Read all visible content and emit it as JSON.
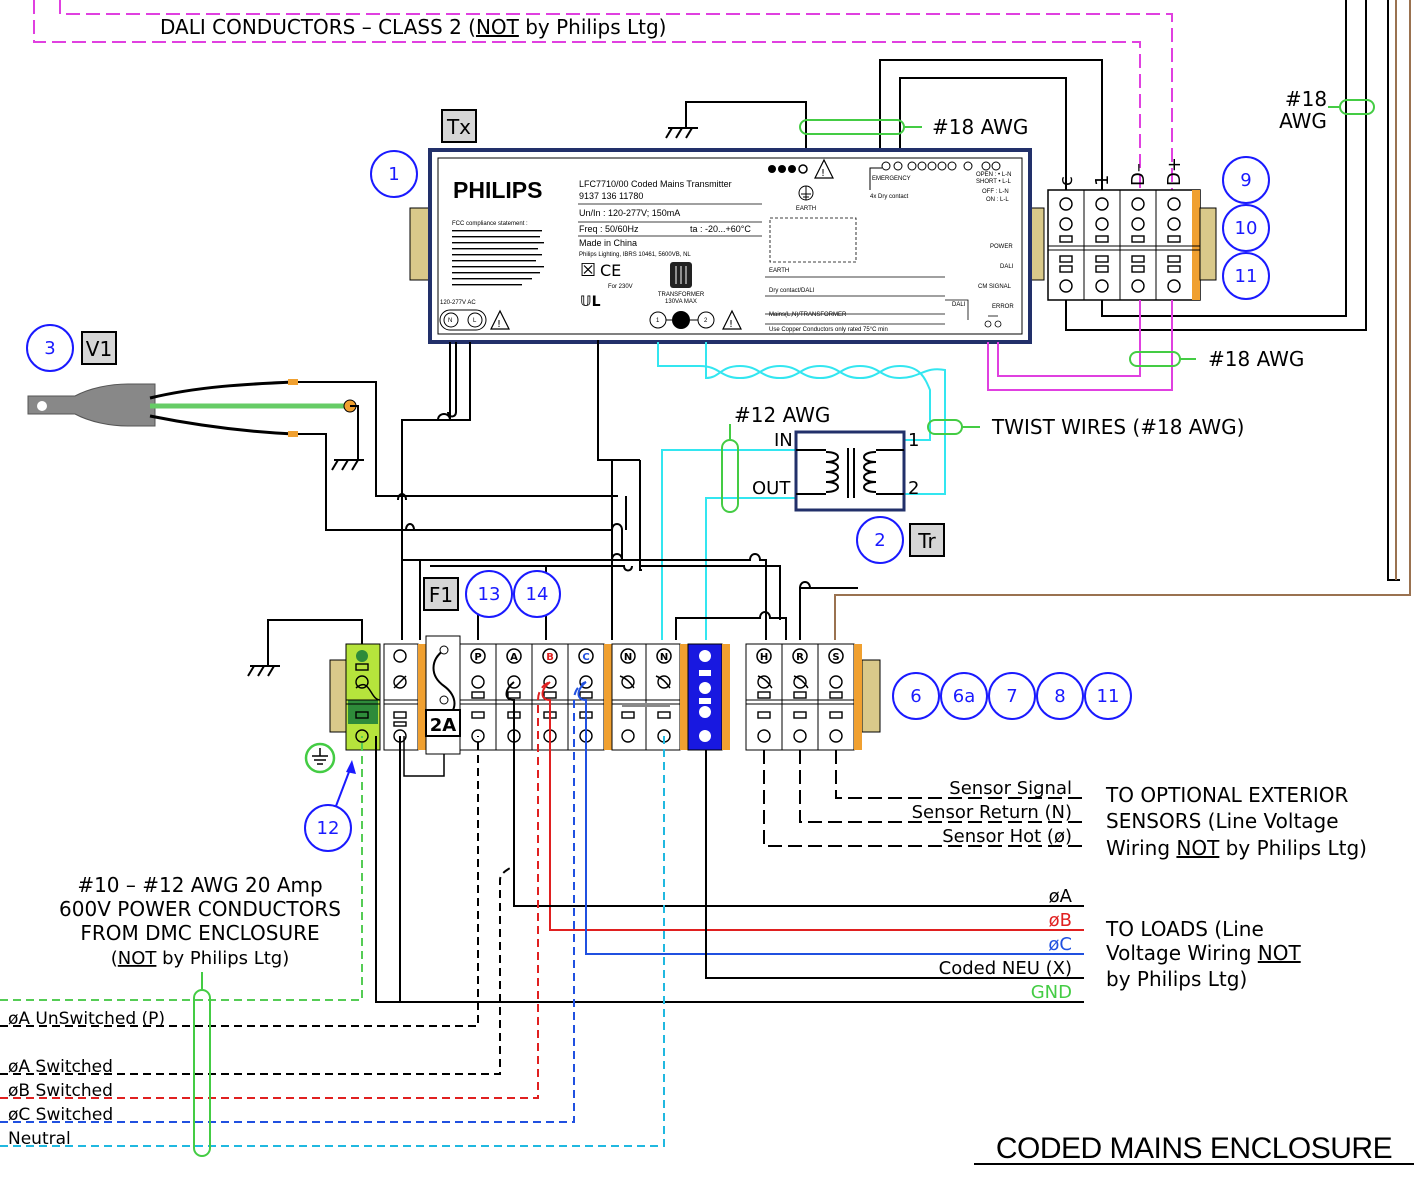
{
  "top_label": {
    "pre": "DALI CONDUCTORS – CLASS 2 (",
    "not": "NOT",
    "post": " by Philips Ltg)"
  },
  "awg18_top": "#18 AWG",
  "awg18_right_1": "#18",
  "awg18_right_2": "AWG",
  "awg18_mid": "#18 AWG",
  "awg12": "#12 AWG",
  "twist_wires": "TWIST WIRES (#18 AWG)",
  "tags": {
    "tx": "Tx",
    "v1": "V1",
    "tr": "Tr",
    "f1": "F1",
    "fuse": "2A"
  },
  "callouts": [
    "1",
    "2",
    "3",
    "6",
    "6a",
    "7",
    "8",
    "9",
    "10",
    "11",
    "11",
    "12",
    "13",
    "14"
  ],
  "transmitter": {
    "brand": "PHILIPS",
    "model": "LFC7710/00 Coded Mains Transmitter",
    "code": "9137 136 11780",
    "rating": "Un/In : 120-277V; 150mA",
    "freq": "Freq : 50/60Hz",
    "ta": "ta : -20...+60°C",
    "made": "Made in China",
    "mfr": "Philips Lighting, IBRS 10461, 5600VB, NL",
    "fcc_title": "FCC compliance statement :",
    "voltage": "120-277V AC",
    "for230": "For 230V",
    "transformer": "TRANSFORMER",
    "transformer_va": "130VA MAX",
    "earth": "EARTH",
    "emergency": "EMERGENCY",
    "dry4": "4x Dry contact",
    "open": "OPEN : • L-N",
    "short": "SHORT • L-L",
    "off": "OFF : L-N",
    "on": "ON : L-L",
    "power": "POWER",
    "dali": "DALI",
    "cm_signal": "CM SIGNAL",
    "error": "ERROR",
    "t_earth": "EARTH",
    "t_dry": "Dry contact/DALI",
    "t_mains": "Mains(L,N)/TRANSFORMER",
    "t_copper": "Use Copper Conductors only rated 75°C min",
    "t_dali": "DALI"
  },
  "terminals_top": [
    "c",
    "1",
    "D–",
    "D+"
  ],
  "terminals_main": [
    "P",
    "A",
    "B",
    "C",
    "N",
    "N",
    "H",
    "R",
    "S"
  ],
  "transformer": {
    "in": "IN",
    "out": "OUT",
    "p1": "1",
    "p2": "2"
  },
  "sensor_labels": [
    "Sensor Signal",
    "Sensor Return (N)",
    "Sensor Hot (ø)"
  ],
  "sensor_note": [
    "TO OPTIONAL EXTERIOR",
    "SENSORS (Line Voltage",
    "Wiring ",
    "NOT",
    " by Philips Ltg)"
  ],
  "load_labels": [
    "øA",
    "øB",
    "øC",
    "Coded NEU (X)",
    "GND"
  ],
  "load_note": [
    "TO LOADS (Line",
    "Voltage Wiring ",
    "NOT",
    "by Philips Ltg)"
  ],
  "power_note": [
    "#10 – #12 AWG 20 Amp",
    "600V POWER CONDUCTORS",
    "FROM DMC ENCLOSURE",
    "(",
    "NOT",
    " by Philips Ltg)"
  ],
  "feeds": [
    "øA UnSwitched (P)",
    "øA Switched",
    "øB Switched",
    "øC Switched",
    "Neutral"
  ],
  "title": "CODED MAINS ENCLOSURE",
  "colors": {
    "dali": "#e040e0",
    "cm": "#33e6f0",
    "green": "#44cc44",
    "red": "#e02020",
    "blue": "#2050e0",
    "cyan": "#20b8e0",
    "brown": "#9a7250",
    "callout": "#1a1aff",
    "orange": "#f0a030",
    "blueblock": "#1818e0"
  }
}
